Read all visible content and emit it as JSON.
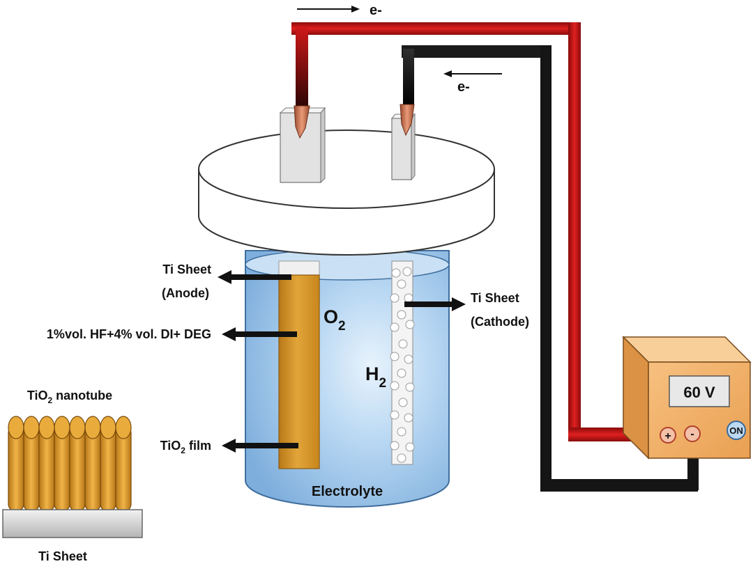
{
  "labels": {
    "electron_top": "e-",
    "electron_mid": "e-",
    "anode_line1": "Ti Sheet",
    "anode_line2": "(Anode)",
    "electrolyte_comp": "1%vol. HF+4% vol. DI+ DEG",
    "tio2_film_main": "TiO",
    "tio2_film_sub": "2",
    "tio2_film_rest": " film",
    "cathode_line1": "Ti Sheet",
    "cathode_line2": "(Cathode)",
    "o2_main": "O",
    "o2_sub": "2",
    "h2_main": "H",
    "h2_sub": "2",
    "electrolyte": "Electrolyte",
    "nanotube_main": "TiO",
    "nanotube_sub": "2",
    "nanotube_rest": " nanotube",
    "ti_sheet_base": "Ti Sheet"
  },
  "power_supply": {
    "display": "60 V",
    "plus": "+",
    "minus": "-",
    "on_button": "ON"
  },
  "colors": {
    "red_wire": "#d01818",
    "black_wire": "#151515",
    "electrolyte": "#9cc4ea",
    "anode_film": "#d89a2c",
    "supply_body": "#f2b26a",
    "lid": "#ffffff",
    "nanotube": "#e4a53a"
  }
}
